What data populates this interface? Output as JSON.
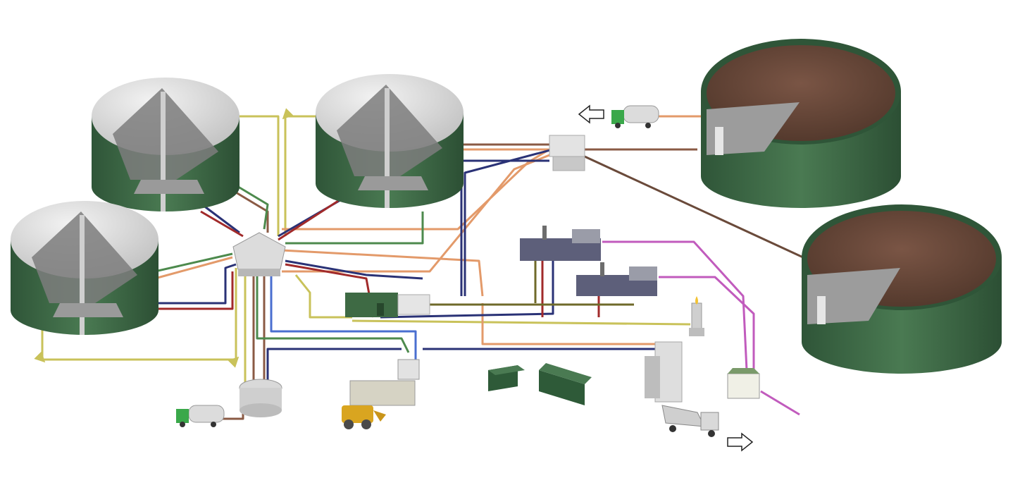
{
  "diagram": {
    "kind": "biogas-plant-process-flow",
    "labels": [],
    "pipe_colors": {
      "olive_yellow": "#c9c25a",
      "brown": "#8a5a44",
      "navy": "#2a3276",
      "red": "#a12a2a",
      "green": "#4d8a4d",
      "salmon": "#e39a6a",
      "blue": "#4a6fd0",
      "dark_olive": "#6f6a2a",
      "magenta": "#c15bbd",
      "dark_brown": "#6a4a3a"
    },
    "tank_colors": {
      "wall": "#3f6b47",
      "roof": "#dcdcdc",
      "digestate_surface": "#6b4a3a"
    },
    "components": [
      {
        "id": "digester-1",
        "icon": "digester-tank-icon"
      },
      {
        "id": "digester-2",
        "icon": "digester-tank-icon"
      },
      {
        "id": "digester-3",
        "icon": "digester-tank-icon"
      },
      {
        "id": "storage-lagoon-1",
        "icon": "open-storage-tank-icon"
      },
      {
        "id": "storage-lagoon-2",
        "icon": "open-storage-tank-icon"
      },
      {
        "id": "pump-hub",
        "icon": "pentagon-pump-station-icon"
      },
      {
        "id": "valve-box",
        "icon": "valve-box-icon"
      },
      {
        "id": "chp-unit-1",
        "icon": "chp-container-icon"
      },
      {
        "id": "chp-unit-2",
        "icon": "chp-container-icon"
      },
      {
        "id": "control-room",
        "icon": "control-building-icon"
      },
      {
        "id": "gas-flare",
        "icon": "flare-icon"
      },
      {
        "id": "transformer",
        "icon": "transformer-house-icon"
      },
      {
        "id": "separator",
        "icon": "separator-tower-icon"
      },
      {
        "id": "receiving-tank",
        "icon": "receiving-tank-icon"
      },
      {
        "id": "feed-hopper",
        "icon": "feed-hopper-icon"
      },
      {
        "id": "wheel-loader",
        "icon": "wheel-loader-icon"
      },
      {
        "id": "tanker-truck-1",
        "icon": "tanker-truck-icon"
      },
      {
        "id": "tanker-truck-2",
        "icon": "tanker-truck-icon"
      },
      {
        "id": "tipper-truck",
        "icon": "tipper-truck-icon"
      },
      {
        "id": "office-container-1",
        "icon": "container-icon"
      },
      {
        "id": "office-container-2",
        "icon": "container-icon"
      },
      {
        "id": "outlet-arrow-1",
        "icon": "hollow-arrow-left-icon"
      },
      {
        "id": "outlet-arrow-2",
        "icon": "hollow-arrow-right-icon"
      }
    ]
  }
}
